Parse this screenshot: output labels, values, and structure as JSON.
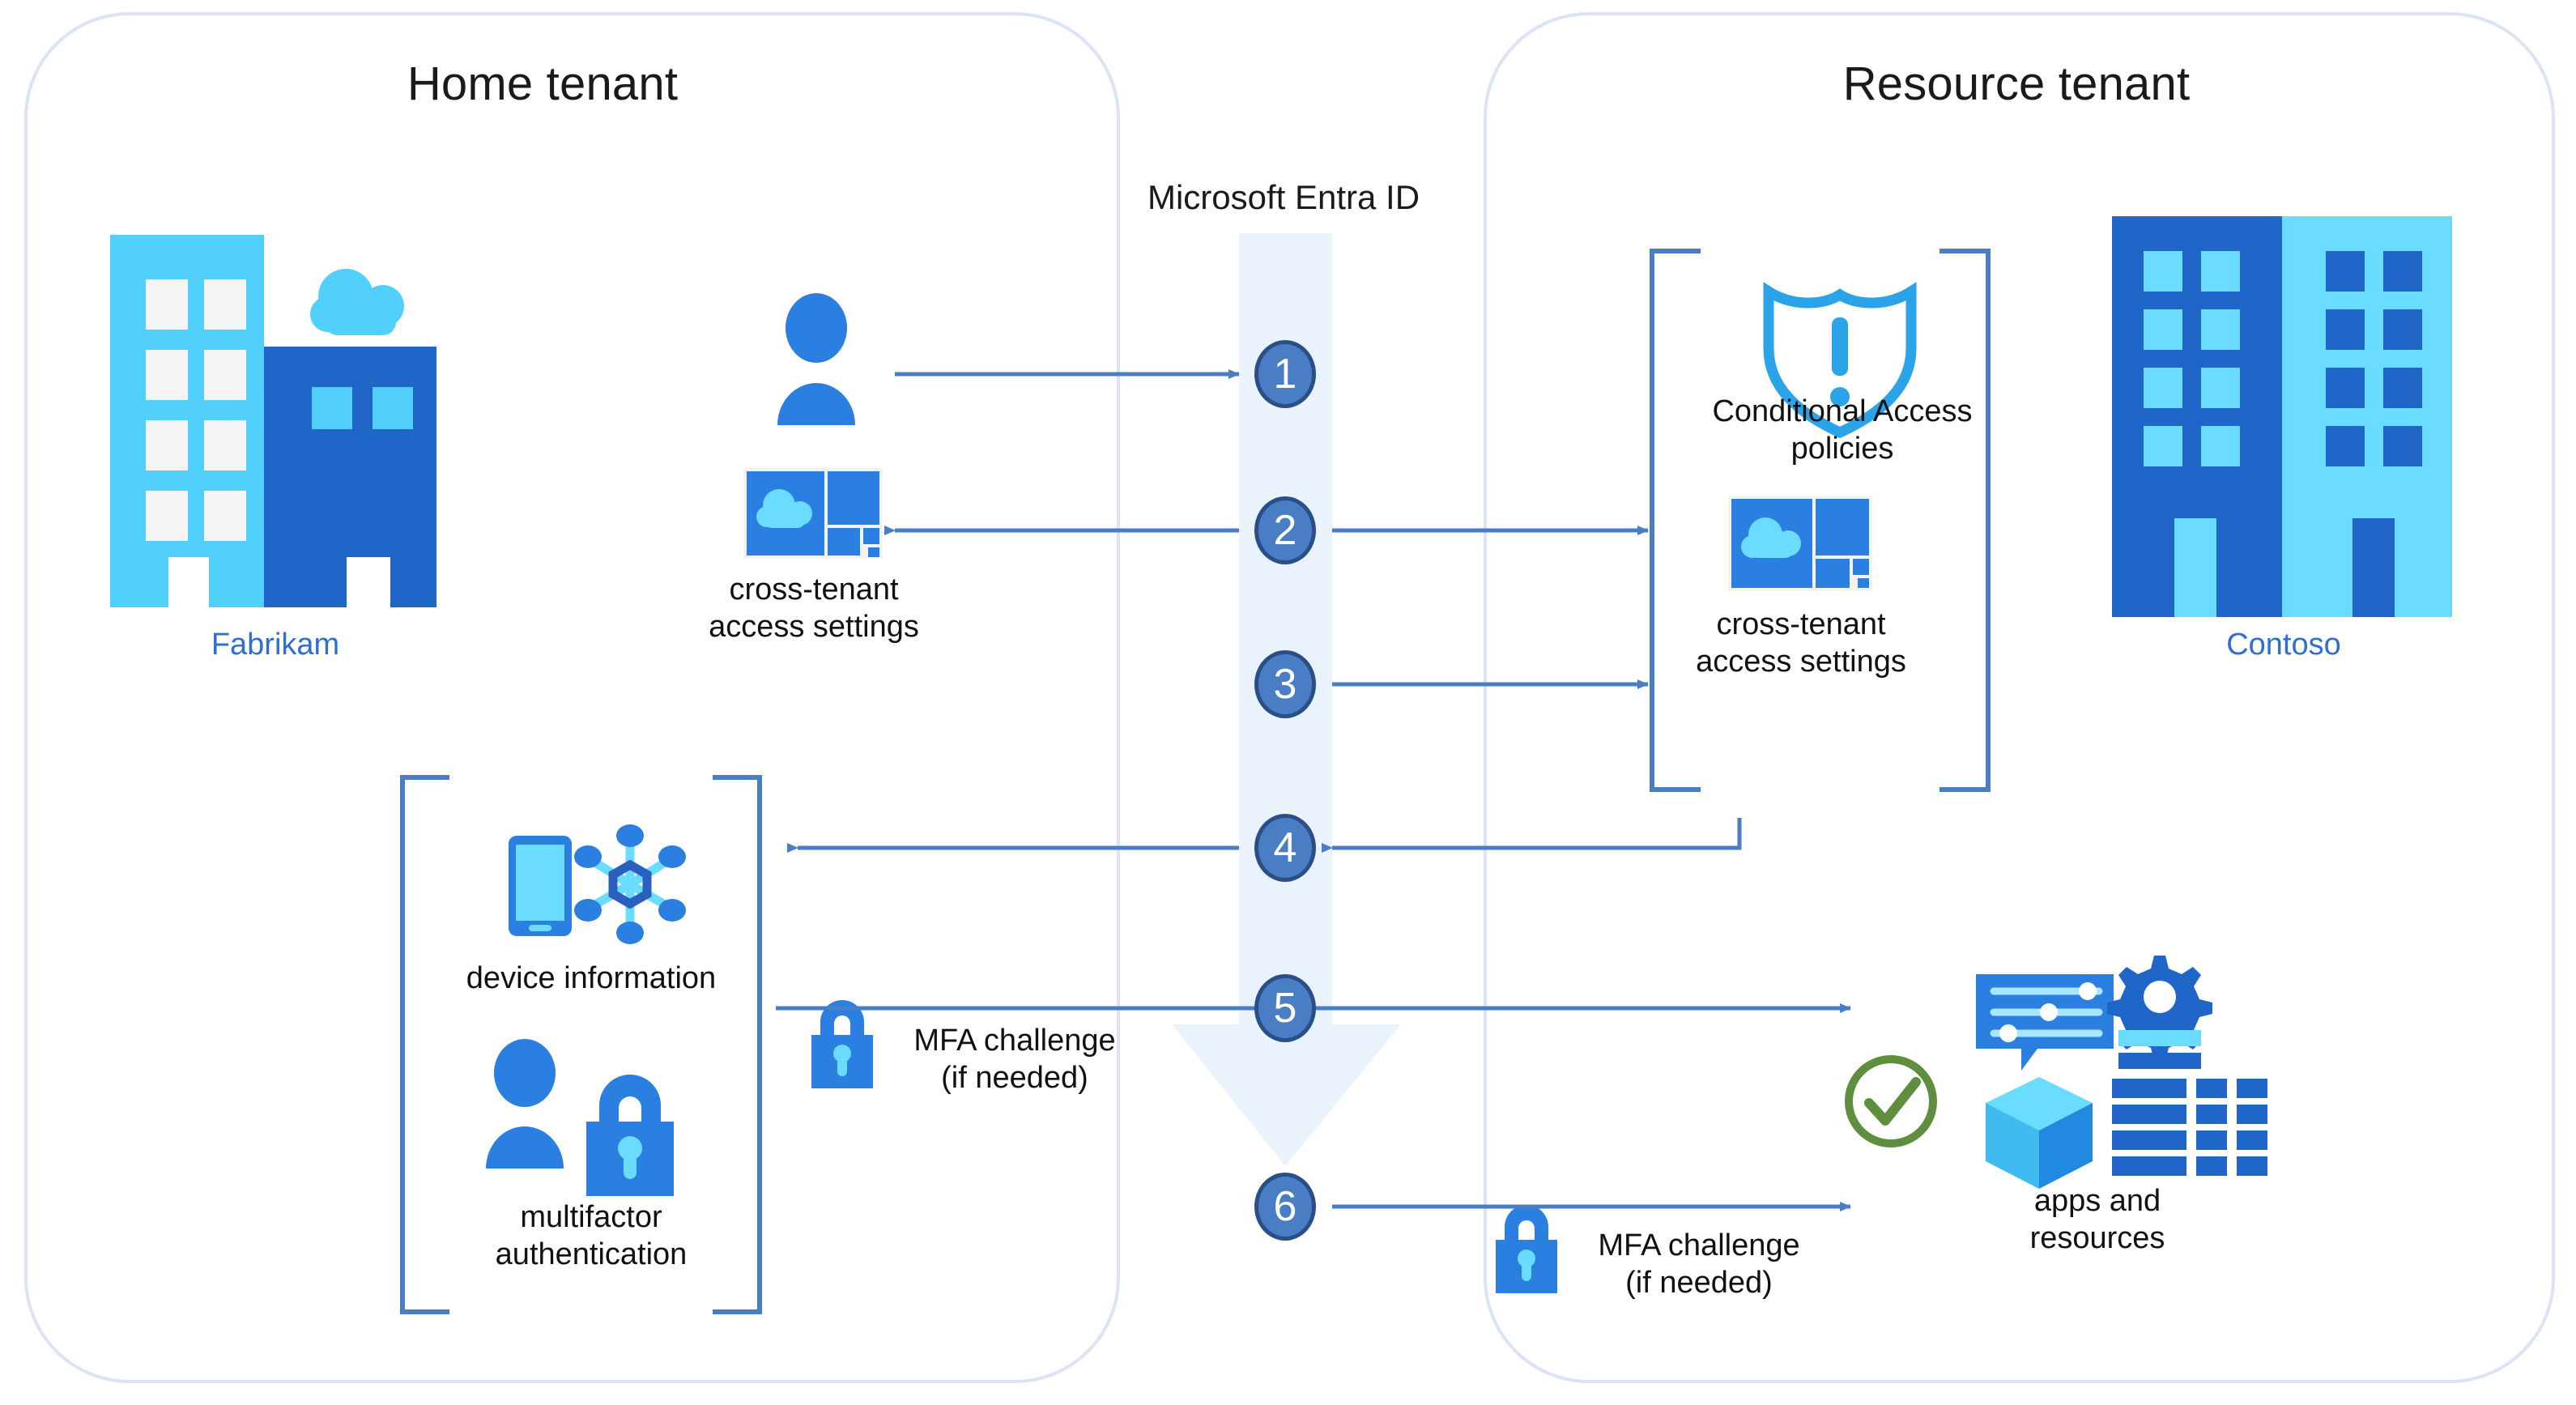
{
  "diagram": {
    "title_left": "Home tenant",
    "title_right": "Resource tenant",
    "center_label": "Microsoft Entra ID",
    "colors": {
      "panel_border": "#dbe3f4",
      "arrow_blue": "#4a7ec4",
      "bracket_blue": "#4a7ec4",
      "step_circle_fill": "#4a7ec4",
      "step_circle_stroke": "#2a4f88",
      "light_cyan": "#50d0fa",
      "mid_blue": "#2a8ae0",
      "deep_blue": "#1f66c8",
      "org_text": "#2f6fd0",
      "band_fill": "#eaf2fb",
      "check_green": "#5f8f3e"
    }
  },
  "home_tenant": {
    "org_name": "Fabrikam",
    "building_icon": "office-buildings-icon",
    "user_icon": "user-person-icon",
    "cross_tenant": {
      "icon": "cross-tenant-access-settings-icon",
      "label_line1": "cross-tenant",
      "label_line2": "access settings"
    },
    "bracket_group": {
      "device": {
        "icons": [
          "mobile-device-icon",
          "network-hub-icon"
        ],
        "label": "device information"
      },
      "mfa": {
        "icons": [
          "user-person-icon",
          "padlock-icon"
        ],
        "label_line1": "multifactor",
        "label_line2": "authentication"
      }
    },
    "mfa_challenge": {
      "icon": "padlock-icon",
      "line1": "MFA challenge",
      "line2": "(if needed)"
    }
  },
  "resource_tenant": {
    "org_name": "Contoso",
    "building_icon": "office-building-icon",
    "bracket_group": {
      "conditional_access": {
        "icon": "shield-exclamation-icon",
        "label_line1": "Conditional Access",
        "label_line2": "policies"
      },
      "cross_tenant": {
        "icon": "cross-tenant-access-settings-icon",
        "label_line1": "cross-tenant",
        "label_line2": "access settings"
      }
    },
    "apps_resources": {
      "icons": [
        "settings-sliders-icon",
        "gear-icon",
        "cube-icon",
        "database-grid-icon",
        "check-circle-icon"
      ],
      "label_line1": "apps and",
      "label_line2": "resources"
    },
    "mfa_challenge": {
      "icon": "padlock-icon",
      "line1": "MFA challenge",
      "line2": "(if needed)"
    }
  },
  "steps": [
    {
      "n": "1"
    },
    {
      "n": "2"
    },
    {
      "n": "3"
    },
    {
      "n": "4"
    },
    {
      "n": "5"
    },
    {
      "n": "6"
    }
  ]
}
